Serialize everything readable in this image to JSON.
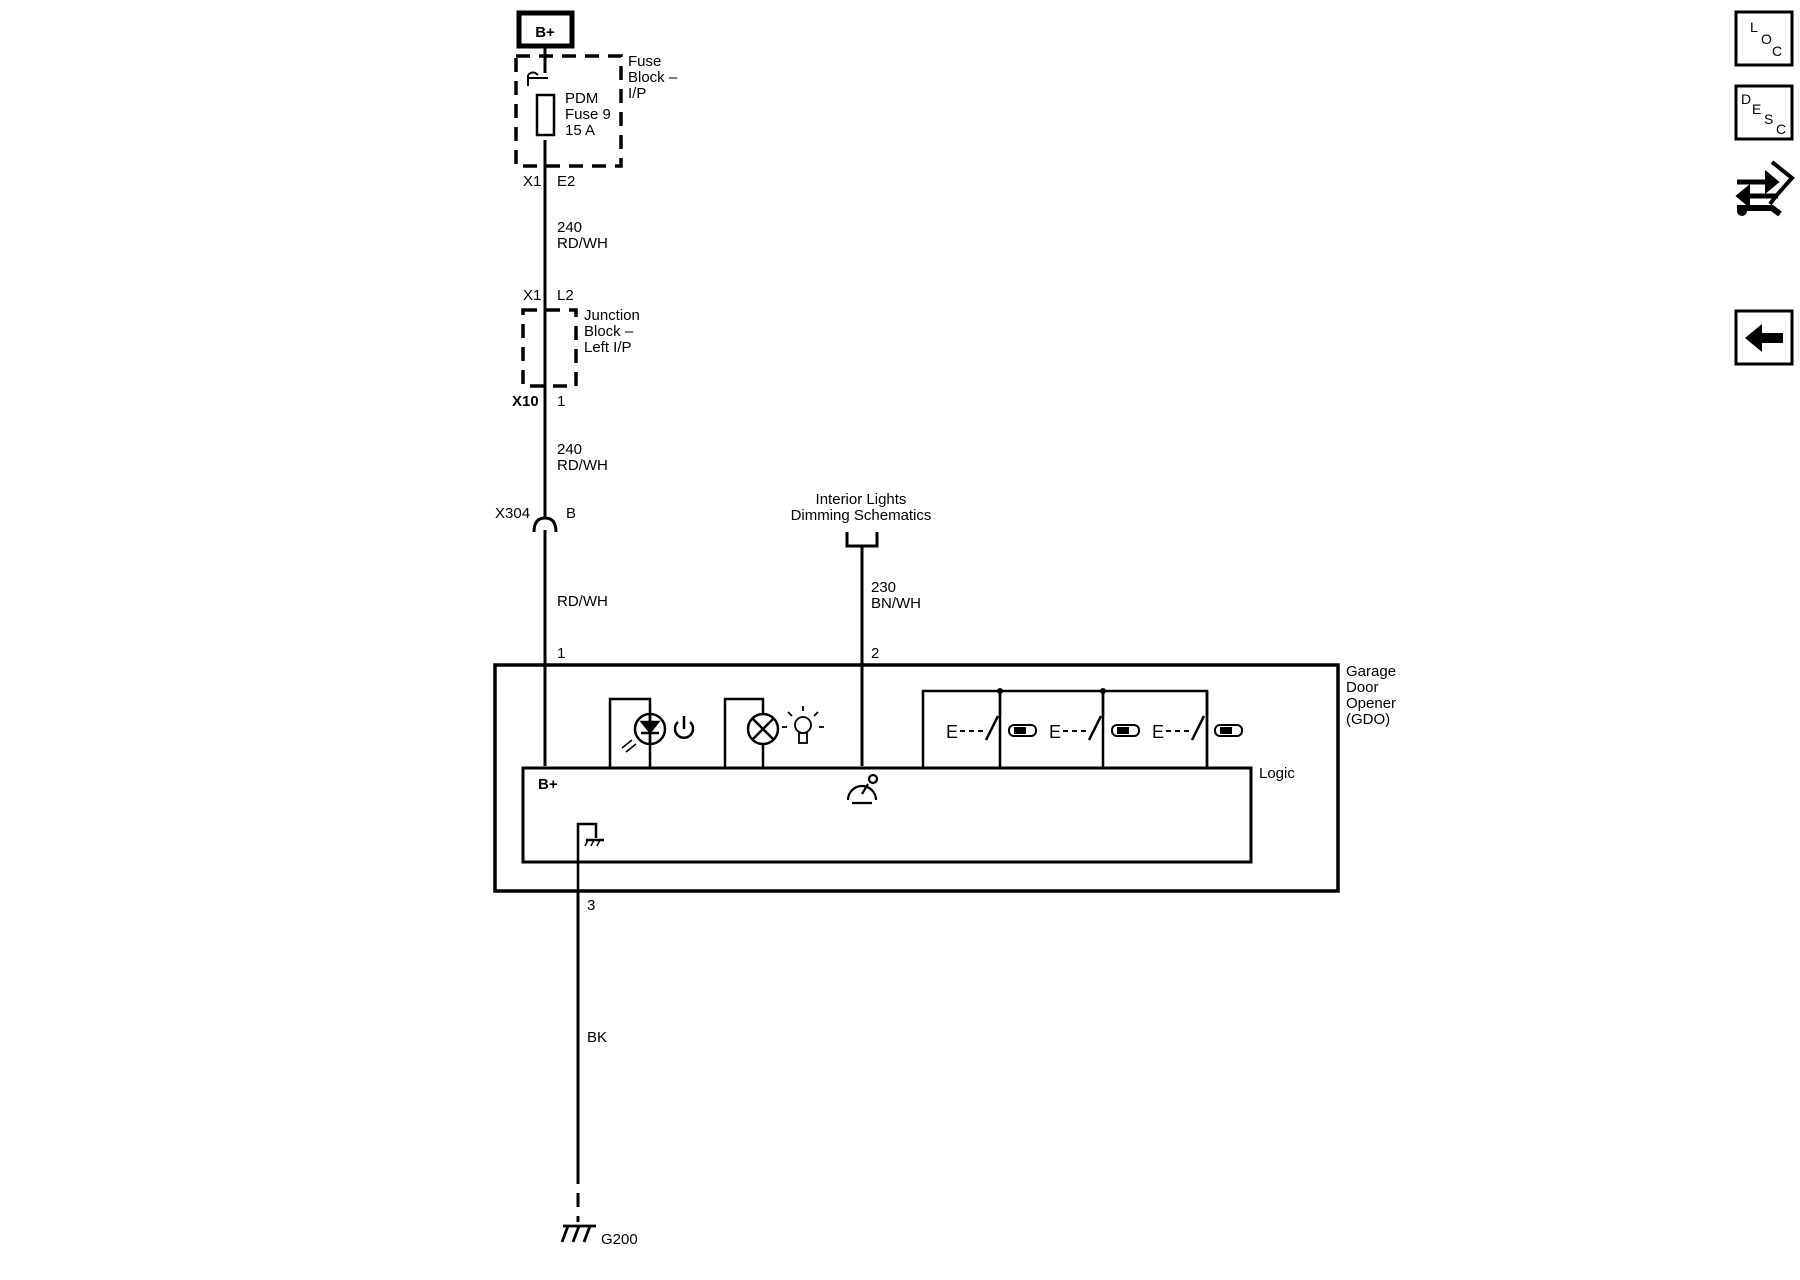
{
  "power_source": {
    "label": "B+"
  },
  "fuse_block": {
    "name_lines": [
      "Fuse",
      "Block –",
      "I/P"
    ],
    "fuse_lines": [
      "PDM",
      "Fuse 9",
      "15 A"
    ],
    "connector": "X1",
    "pin": "E2"
  },
  "wire_upper": {
    "circuit": "240",
    "color": "RD/WH"
  },
  "junction_block": {
    "name_lines": [
      "Junction",
      "Block –",
      "Left I/P"
    ],
    "in_connector": "X1",
    "in_pin": "L2",
    "out_connector": "X10",
    "out_pin": "1"
  },
  "wire_middle": {
    "circuit": "240",
    "color": "RD/WH"
  },
  "inline_connector": {
    "name": "X304",
    "pin": "B"
  },
  "wire_lower": {
    "color": "RD/WH"
  },
  "interior_lights": {
    "name_lines": [
      "Interior Lights",
      "Dimming Schematics"
    ],
    "circuit": "230",
    "color": "BN/WH"
  },
  "gdo": {
    "name_lines": [
      "Garage",
      "Door",
      "Opener",
      "(GDO)"
    ],
    "logic_label": "Logic",
    "bplus_label": "B+",
    "pin_power": "1",
    "pin_dimming": "2",
    "pin_ground": "3",
    "switches": [
      {
        "label": "E"
      },
      {
        "label": "E"
      },
      {
        "label": "E"
      }
    ]
  },
  "ground_wire": {
    "color": "BK"
  },
  "ground": {
    "name": "G200"
  },
  "side_nav": {
    "loc_letters": [
      "L",
      "O",
      "C"
    ],
    "desc_letters": [
      "D",
      "E",
      "S",
      "C"
    ],
    "items": [
      {
        "icon": "loc-icon"
      },
      {
        "icon": "desc-icon"
      },
      {
        "icon": "connector-tool-icon"
      },
      {
        "icon": "back-arrow-icon"
      }
    ]
  }
}
